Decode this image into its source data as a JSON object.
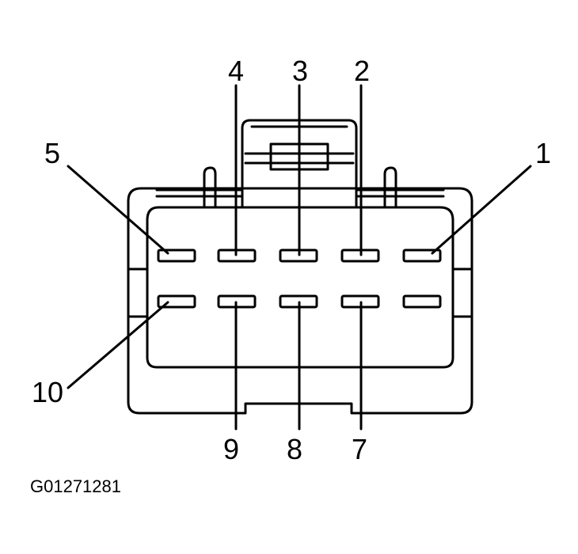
{
  "pins": {
    "p1": "1",
    "p2": "2",
    "p3": "3",
    "p4": "4",
    "p5": "5",
    "p7": "7",
    "p8": "8",
    "p9": "9",
    "p10": "10"
  },
  "figure_id": "G01271281"
}
